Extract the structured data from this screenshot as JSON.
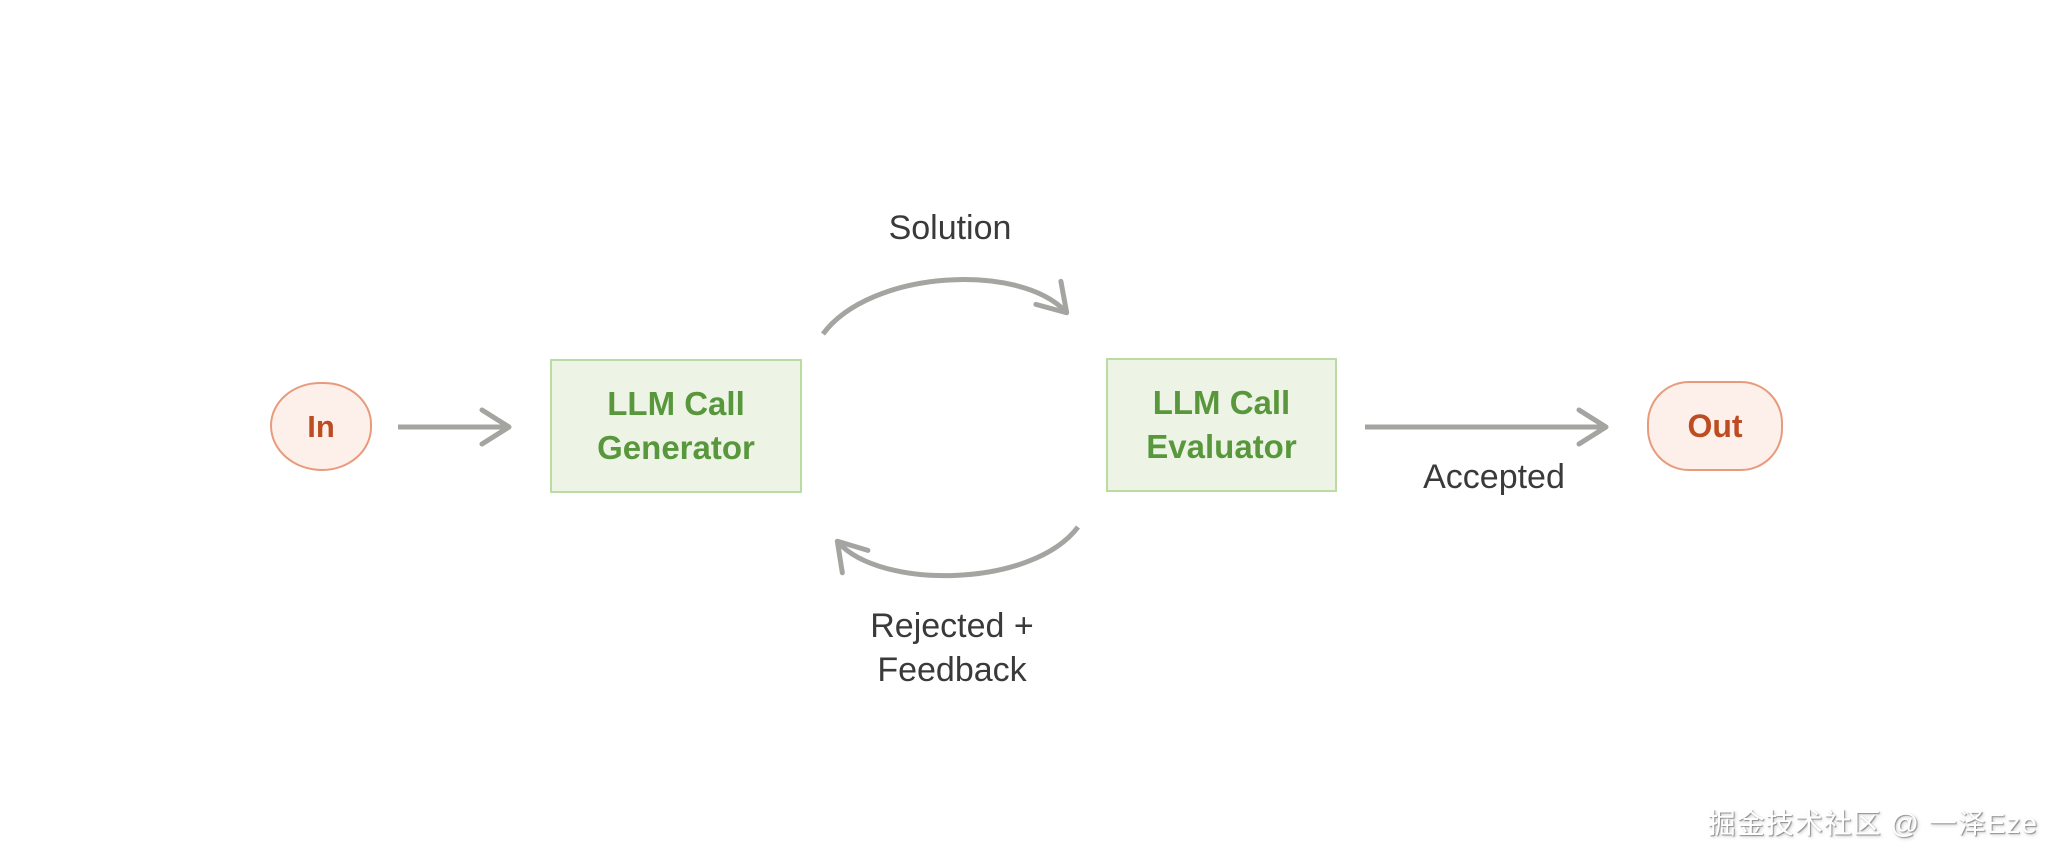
{
  "diagram": {
    "nodes": {
      "input": {
        "label": "In"
      },
      "generator": {
        "label_line1": "LLM Call",
        "label_line2": "Generator"
      },
      "evaluator": {
        "label_line1": "LLM Call",
        "label_line2": "Evaluator"
      },
      "output": {
        "label": "Out"
      }
    },
    "edges": {
      "in_to_generator": {
        "label": ""
      },
      "solution": {
        "label": "Solution"
      },
      "rejected": {
        "label_line1": "Rejected +",
        "label_line2": "Feedback"
      },
      "evaluator_to_out": {
        "label": "Accepted"
      }
    },
    "colors": {
      "node_green_fill": "#edf4e6",
      "node_green_border": "#badba2",
      "node_green_text": "#58973c",
      "node_pink_fill": "#fdf0ea",
      "node_pink_border": "#e79b7c",
      "node_pink_text": "#bd4c22",
      "arrow": "#a4a4a1",
      "label_text": "#3a3a3a",
      "canvas_bg": "#ffffff"
    }
  },
  "watermark": {
    "text": "掘金技术社区 @ 一泽Eze"
  }
}
